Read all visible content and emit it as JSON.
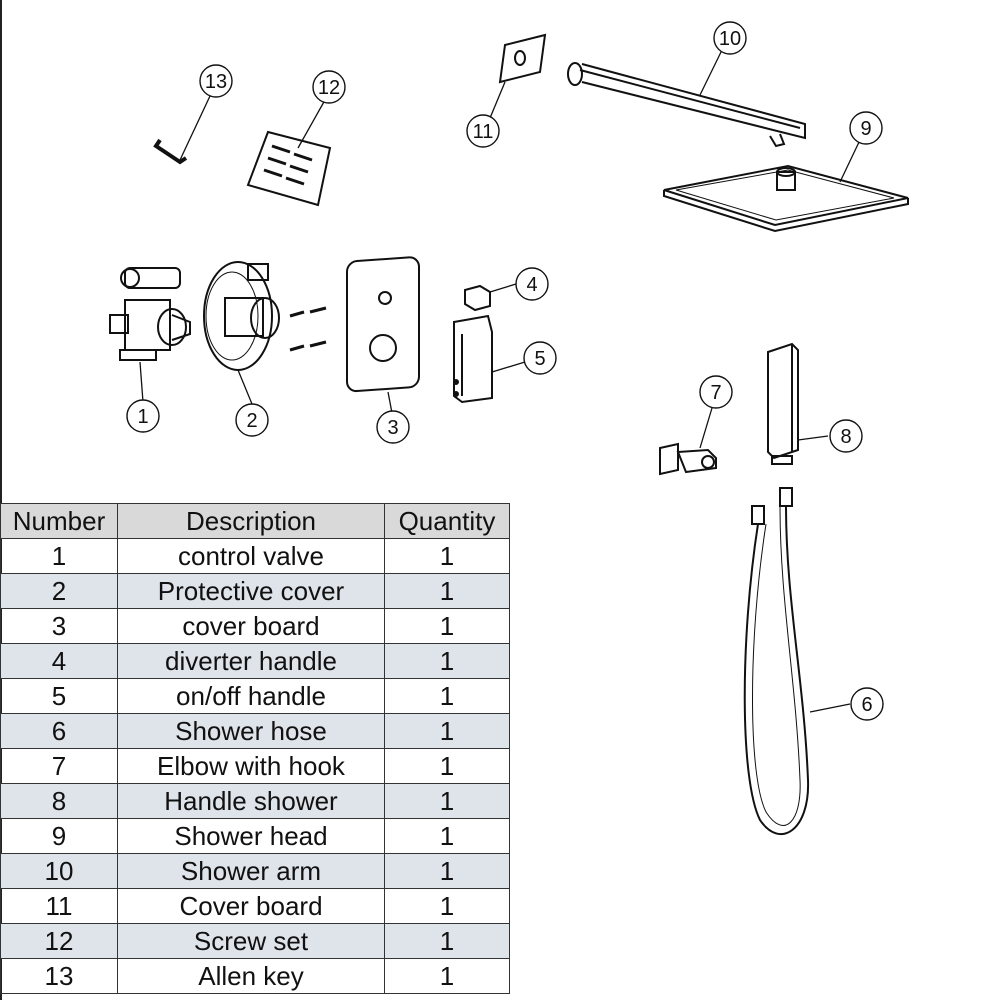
{
  "callouts": [
    "1",
    "2",
    "3",
    "4",
    "5",
    "6",
    "7",
    "8",
    "9",
    "10",
    "11",
    "12",
    "13"
  ],
  "table": {
    "headers": {
      "number": "Number",
      "description": "Description",
      "quantity": "Quantity"
    },
    "rows": [
      {
        "number": "1",
        "description": "control valve",
        "quantity": "1"
      },
      {
        "number": "2",
        "description": "Protective cover",
        "quantity": "1"
      },
      {
        "number": "3",
        "description": "cover board",
        "quantity": "1"
      },
      {
        "number": "4",
        "description": "diverter handle",
        "quantity": "1"
      },
      {
        "number": "5",
        "description": "on/off handle",
        "quantity": "1"
      },
      {
        "number": "6",
        "description": "Shower hose",
        "quantity": "1"
      },
      {
        "number": "7",
        "description": "Elbow with hook",
        "quantity": "1"
      },
      {
        "number": "8",
        "description": "Handle shower",
        "quantity": "1"
      },
      {
        "number": "9",
        "description": "Shower head",
        "quantity": "1"
      },
      {
        "number": "10",
        "description": "Shower arm",
        "quantity": "1"
      },
      {
        "number": "11",
        "description": "Cover board",
        "quantity": "1"
      },
      {
        "number": "12",
        "description": "Screw set",
        "quantity": "1"
      },
      {
        "number": "13",
        "description": "Allen key",
        "quantity": "1"
      }
    ]
  }
}
